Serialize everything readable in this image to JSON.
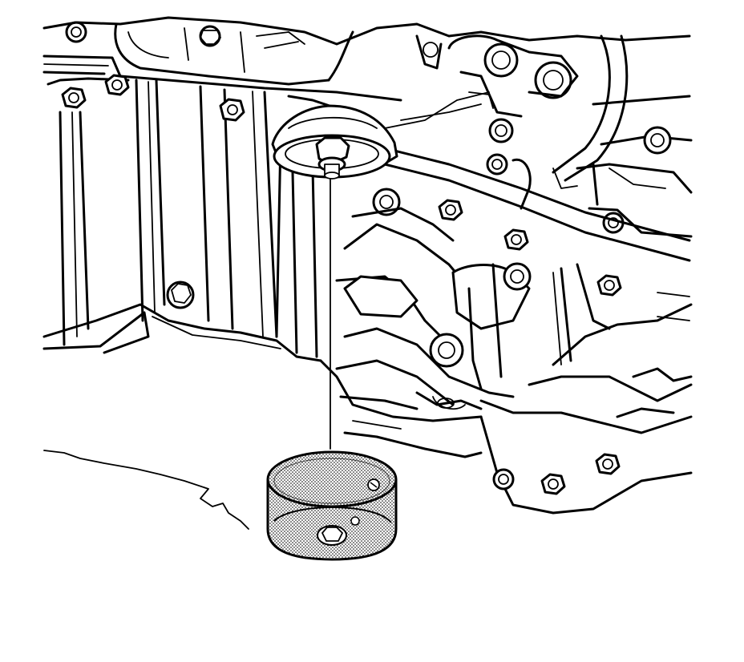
{
  "illustration": {
    "subject": "engine-oil-filter-removal",
    "colors": {
      "line": "#000000",
      "background": "#ffffff",
      "filter_shade": "#9a9a9a"
    },
    "parts": [
      "engine-block",
      "oil-pan",
      "oil-filter-adapter",
      "oil-filter",
      "leader-line",
      "ground-line"
    ]
  }
}
